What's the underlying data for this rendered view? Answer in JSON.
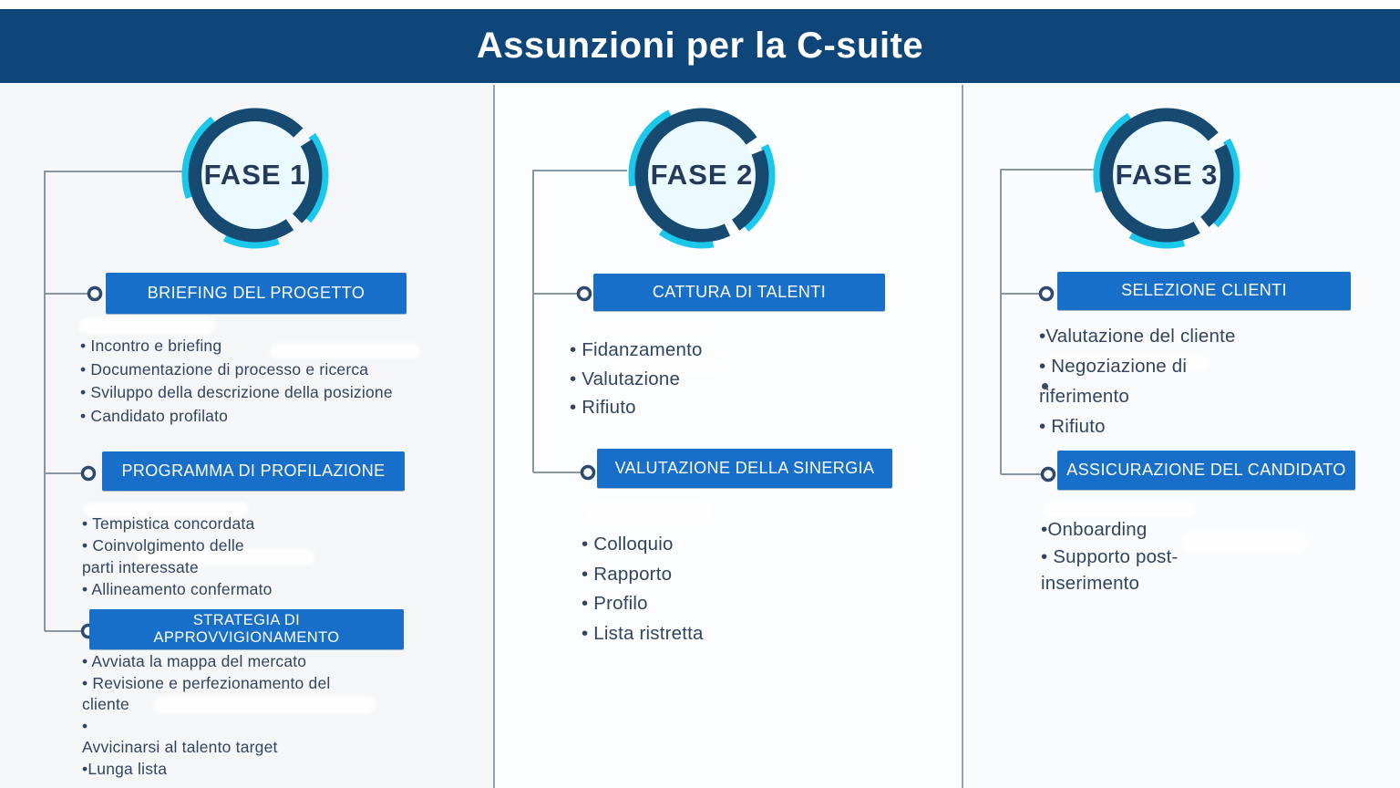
{
  "title": "Assunzioni per la C-suite",
  "colors": {
    "header_bg": "#0F4679",
    "section_box_blue": "#176FC9",
    "ring_navy": "#164A70",
    "ring_cyan": "#1BC8EC",
    "badge_fill": "#EBFAFE",
    "body_text": "#33445E",
    "connector_gray": "#8A95A2"
  },
  "phases": [
    {
      "badge": "FASE 1",
      "sections": [
        {
          "header": "BRIEFING DEL PROGETTO",
          "lines": [
            "• Incontro e briefing",
            "• Documentazione di processo e ricerca",
            "• Sviluppo della descrizione della posizione",
            "• Candidato profilato"
          ]
        },
        {
          "header": "PROGRAMMA DI PROFILAZIONE",
          "lines": [
            "• Tempistica concordata",
            "• Coinvolgimento delle",
            "parti interessate",
            "• Allineamento confermato"
          ]
        },
        {
          "header": [
            "STRATEGIA DI",
            "APPROVVIGIONAMENTO"
          ],
          "lines": [
            "• Avviata la mappa del mercato",
            "• Revisione e perfezionamento del",
            "cliente",
            "•",
            "Avvicinarsi al talento target",
            "•Lunga lista"
          ]
        }
      ]
    },
    {
      "badge": "FASE 2",
      "sections": [
        {
          "header": "CATTURA DI TALENTI",
          "lines": [
            "• Fidanzamento",
            "• Valutazione",
            "• Rifiuto"
          ]
        },
        {
          "header": "VALUTAZIONE DELLA SINERGIA",
          "lines": [
            "• Colloquio",
            "• Rapporto",
            "• Profilo",
            "• Lista ristretta"
          ]
        }
      ]
    },
    {
      "badge": "FASE 3",
      "sections": [
        {
          "header": "SELEZIONE CLIENTI",
          "lines": [
            "•Valutazione del cliente",
            "• Negoziazione di",
            "riferimento",
            "• Rifiuto"
          ]
        },
        {
          "header": "ASSICURAZIONE DEL CANDIDATO",
          "lines": [
            "•Onboarding",
            "• Supporto post-",
            "inserimento"
          ]
        }
      ]
    }
  ]
}
